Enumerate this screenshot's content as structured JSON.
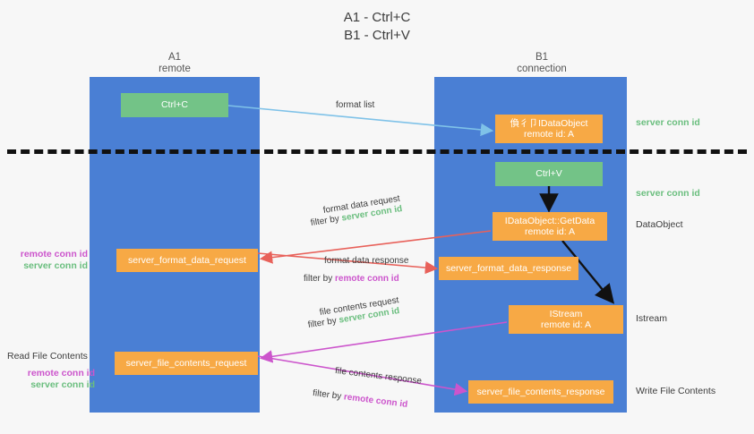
{
  "title": {
    "line1": "A1 - Ctrl+C",
    "line2": "B1 - Ctrl+V"
  },
  "lanes": [
    {
      "id": "a1",
      "name": "A1",
      "sub": "remote"
    },
    {
      "id": "b1",
      "name": "B1",
      "sub": "connection"
    }
  ],
  "boxes": {
    "ctrl_c": {
      "label": "Ctrl+C",
      "color": "#73c387"
    },
    "idataobject": {
      "line1": "偩彳卩IDataObject",
      "line2": "remote id: A",
      "color": "#f7a945"
    },
    "ctrl_v": {
      "label": "Ctrl+V",
      "color": "#73c387"
    },
    "getdata": {
      "line1": "IDataObject::GetData",
      "line2": "remote id: A",
      "color": "#f7a945"
    },
    "istream": {
      "line1": "IStream",
      "line2": "remote id: A",
      "color": "#f7a945"
    },
    "server_format_data_request": {
      "label": "server_format_data_request",
      "color": "#f7a945"
    },
    "server_format_data_response": {
      "label": "server_format_data_response",
      "color": "#f7a945"
    },
    "server_file_contents_request": {
      "label": "server_file_contents_request",
      "color": "#f7a945"
    },
    "server_file_contents_response": {
      "label": "server_file_contents_response",
      "color": "#f7a945"
    }
  },
  "captions": {
    "format_list": "format list",
    "format_data_request": "format data request",
    "format_data_request_filter_prefix": "filter by ",
    "format_data_request_filter_value": "server conn id",
    "format_data_response": "format data response",
    "format_data_response_filter_prefix": "filter by ",
    "format_data_response_filter_value": "remote conn id",
    "file_contents_request": "file contents request",
    "file_contents_request_filter_prefix": "filter by ",
    "file_contents_request_filter_value": "server conn id",
    "file_contents_response": "file contents response",
    "file_contents_response_filter_prefix": "filter by ",
    "file_contents_response_filter_value": "remote conn id"
  },
  "side_labels": {
    "server_conn_id_top": "server conn id",
    "server_conn_id_mid": "server conn id",
    "dataobject": "DataObject",
    "istream": "Istream",
    "write_file_contents": "Write File Contents",
    "read_file_contents": "Read File Contents",
    "remote_conn_id": "remote conn id",
    "server_conn_id": "server conn id"
  },
  "colors": {
    "lane": "#4a7fd4",
    "green": "#73c387",
    "orange": "#f7a945",
    "green_text": "#6abe7e",
    "magenta_text": "#cc55cc",
    "arrow_blue": "#7fc2e8",
    "arrow_red": "#e8615a",
    "arrow_magenta": "#cc55cc",
    "arrow_black": "#111111",
    "background": "#f7f7f7"
  }
}
